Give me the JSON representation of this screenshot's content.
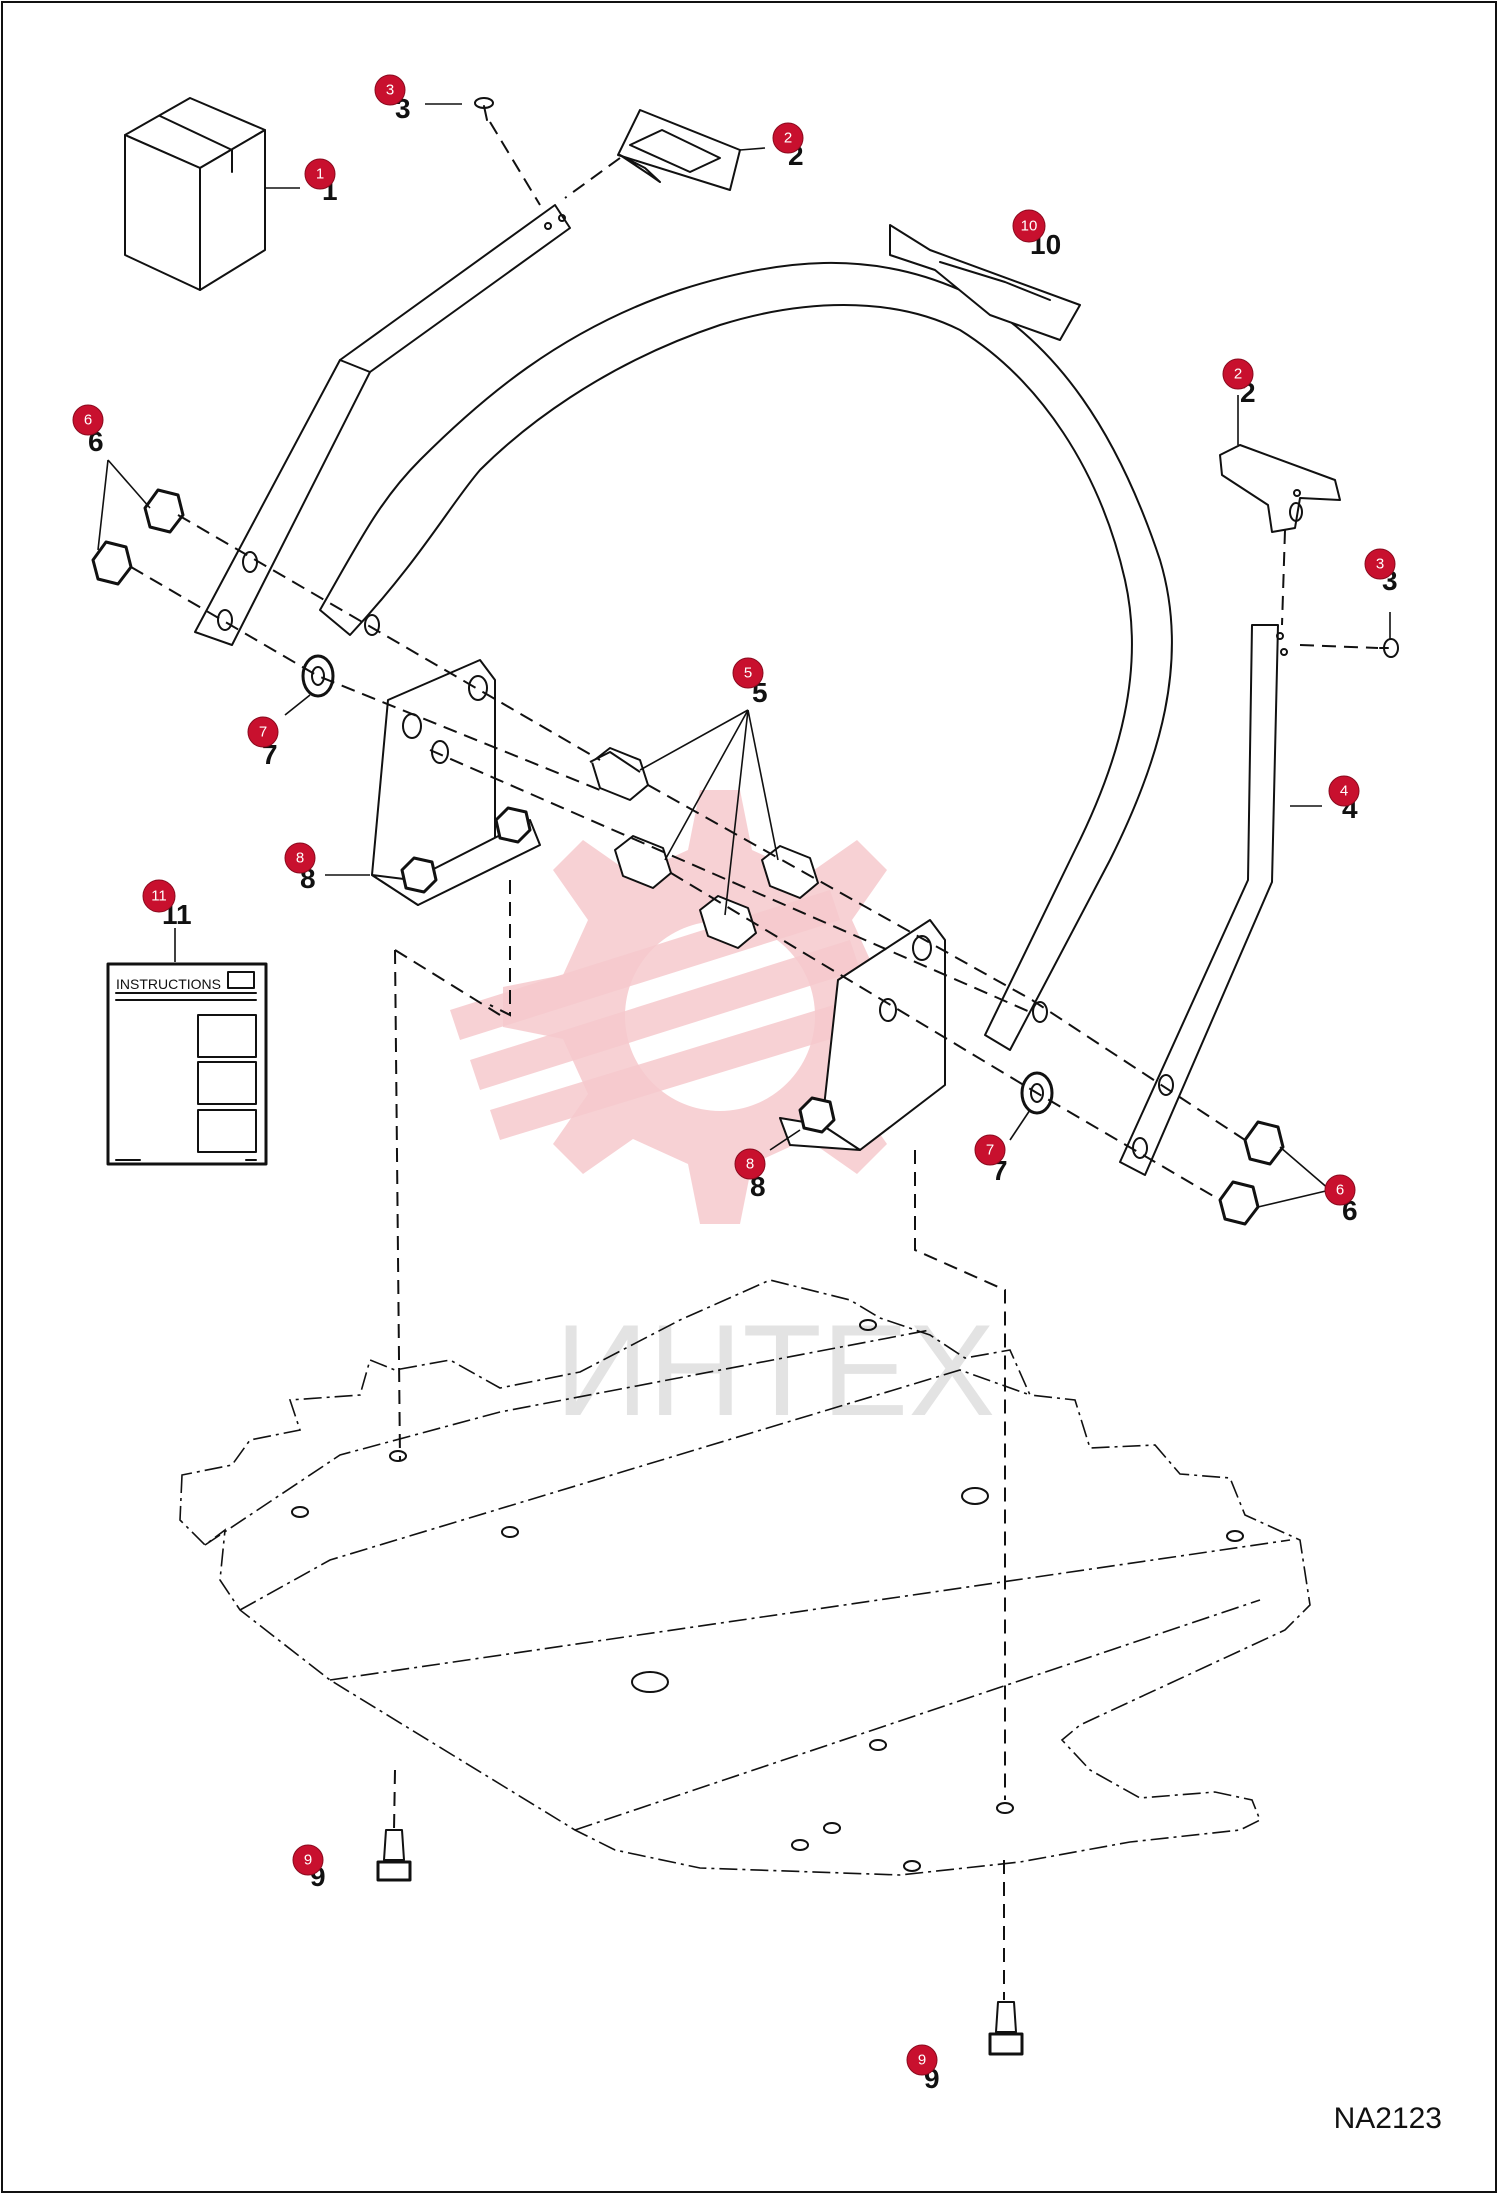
{
  "drawing_id": "NA2123",
  "watermark": "ИНТЕХ",
  "instructions_label": "INSTRUCTIONS",
  "callouts": [
    {
      "id": "c1",
      "n": "1"
    },
    {
      "id": "c2a",
      "n": "2"
    },
    {
      "id": "c2b",
      "n": "2"
    },
    {
      "id": "c3a",
      "n": "3"
    },
    {
      "id": "c3b",
      "n": "3"
    },
    {
      "id": "c4",
      "n": "4"
    },
    {
      "id": "c5",
      "n": "5"
    },
    {
      "id": "c6a",
      "n": "6"
    },
    {
      "id": "c6b",
      "n": "6"
    },
    {
      "id": "c7a",
      "n": "7"
    },
    {
      "id": "c7b",
      "n": "7"
    },
    {
      "id": "c8a",
      "n": "8"
    },
    {
      "id": "c8b",
      "n": "8"
    },
    {
      "id": "c9a",
      "n": "9"
    },
    {
      "id": "c9b",
      "n": "9"
    },
    {
      "id": "c10",
      "n": "10"
    },
    {
      "id": "c11",
      "n": "11"
    }
  ]
}
